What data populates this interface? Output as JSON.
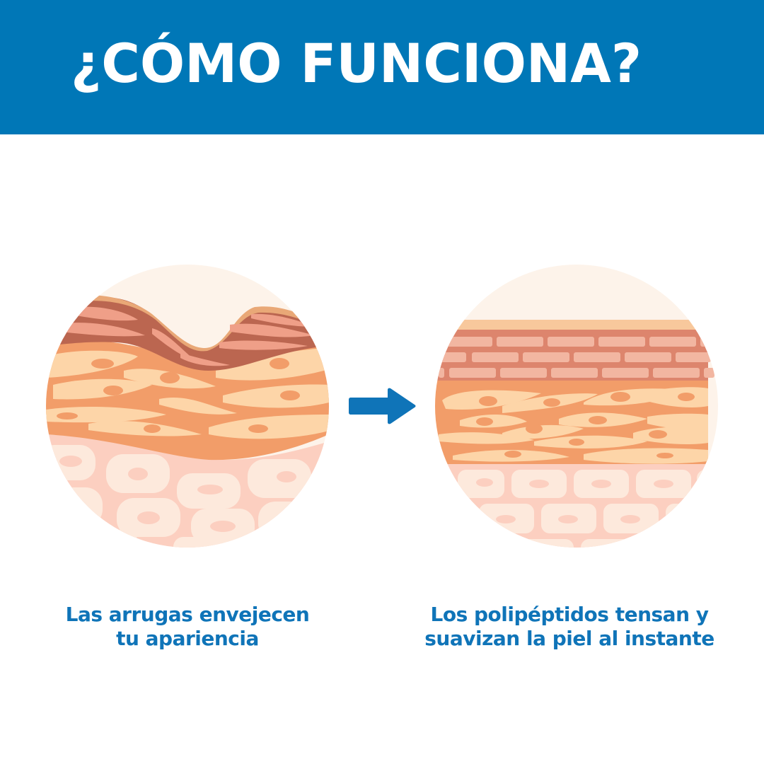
{
  "header": {
    "title": "¿CÓMO FUNCIONA?",
    "background_color": "#0077b7",
    "text_color": "#ffffff"
  },
  "illustrations": {
    "before": {
      "icon": "wrinkled-skin-cross-section",
      "description": "Sección de piel con arruga"
    },
    "after": {
      "icon": "smooth-skin-cross-section",
      "description": "Sección de piel lisa"
    },
    "arrow": {
      "icon": "arrow-right-icon",
      "color": "#0f74b8"
    }
  },
  "captions": {
    "left": {
      "line1": "Las arrugas envejecen",
      "line2": "tu apariencia"
    },
    "right": {
      "line1": "Los polipéptidos tensan y",
      "line2": "suavizan la piel al instante"
    },
    "color": "#0f74b8"
  },
  "palette": {
    "background_circle": "#fdf3ea",
    "surface": "#f4c59a",
    "dark_layer": "#bb6650",
    "light_layer": "#ef9f88",
    "middle_layer": "#f29d69",
    "cell": "#fdd5a8",
    "deep_layer": "#fccfc0",
    "deep_cell": "#fde9dc"
  }
}
